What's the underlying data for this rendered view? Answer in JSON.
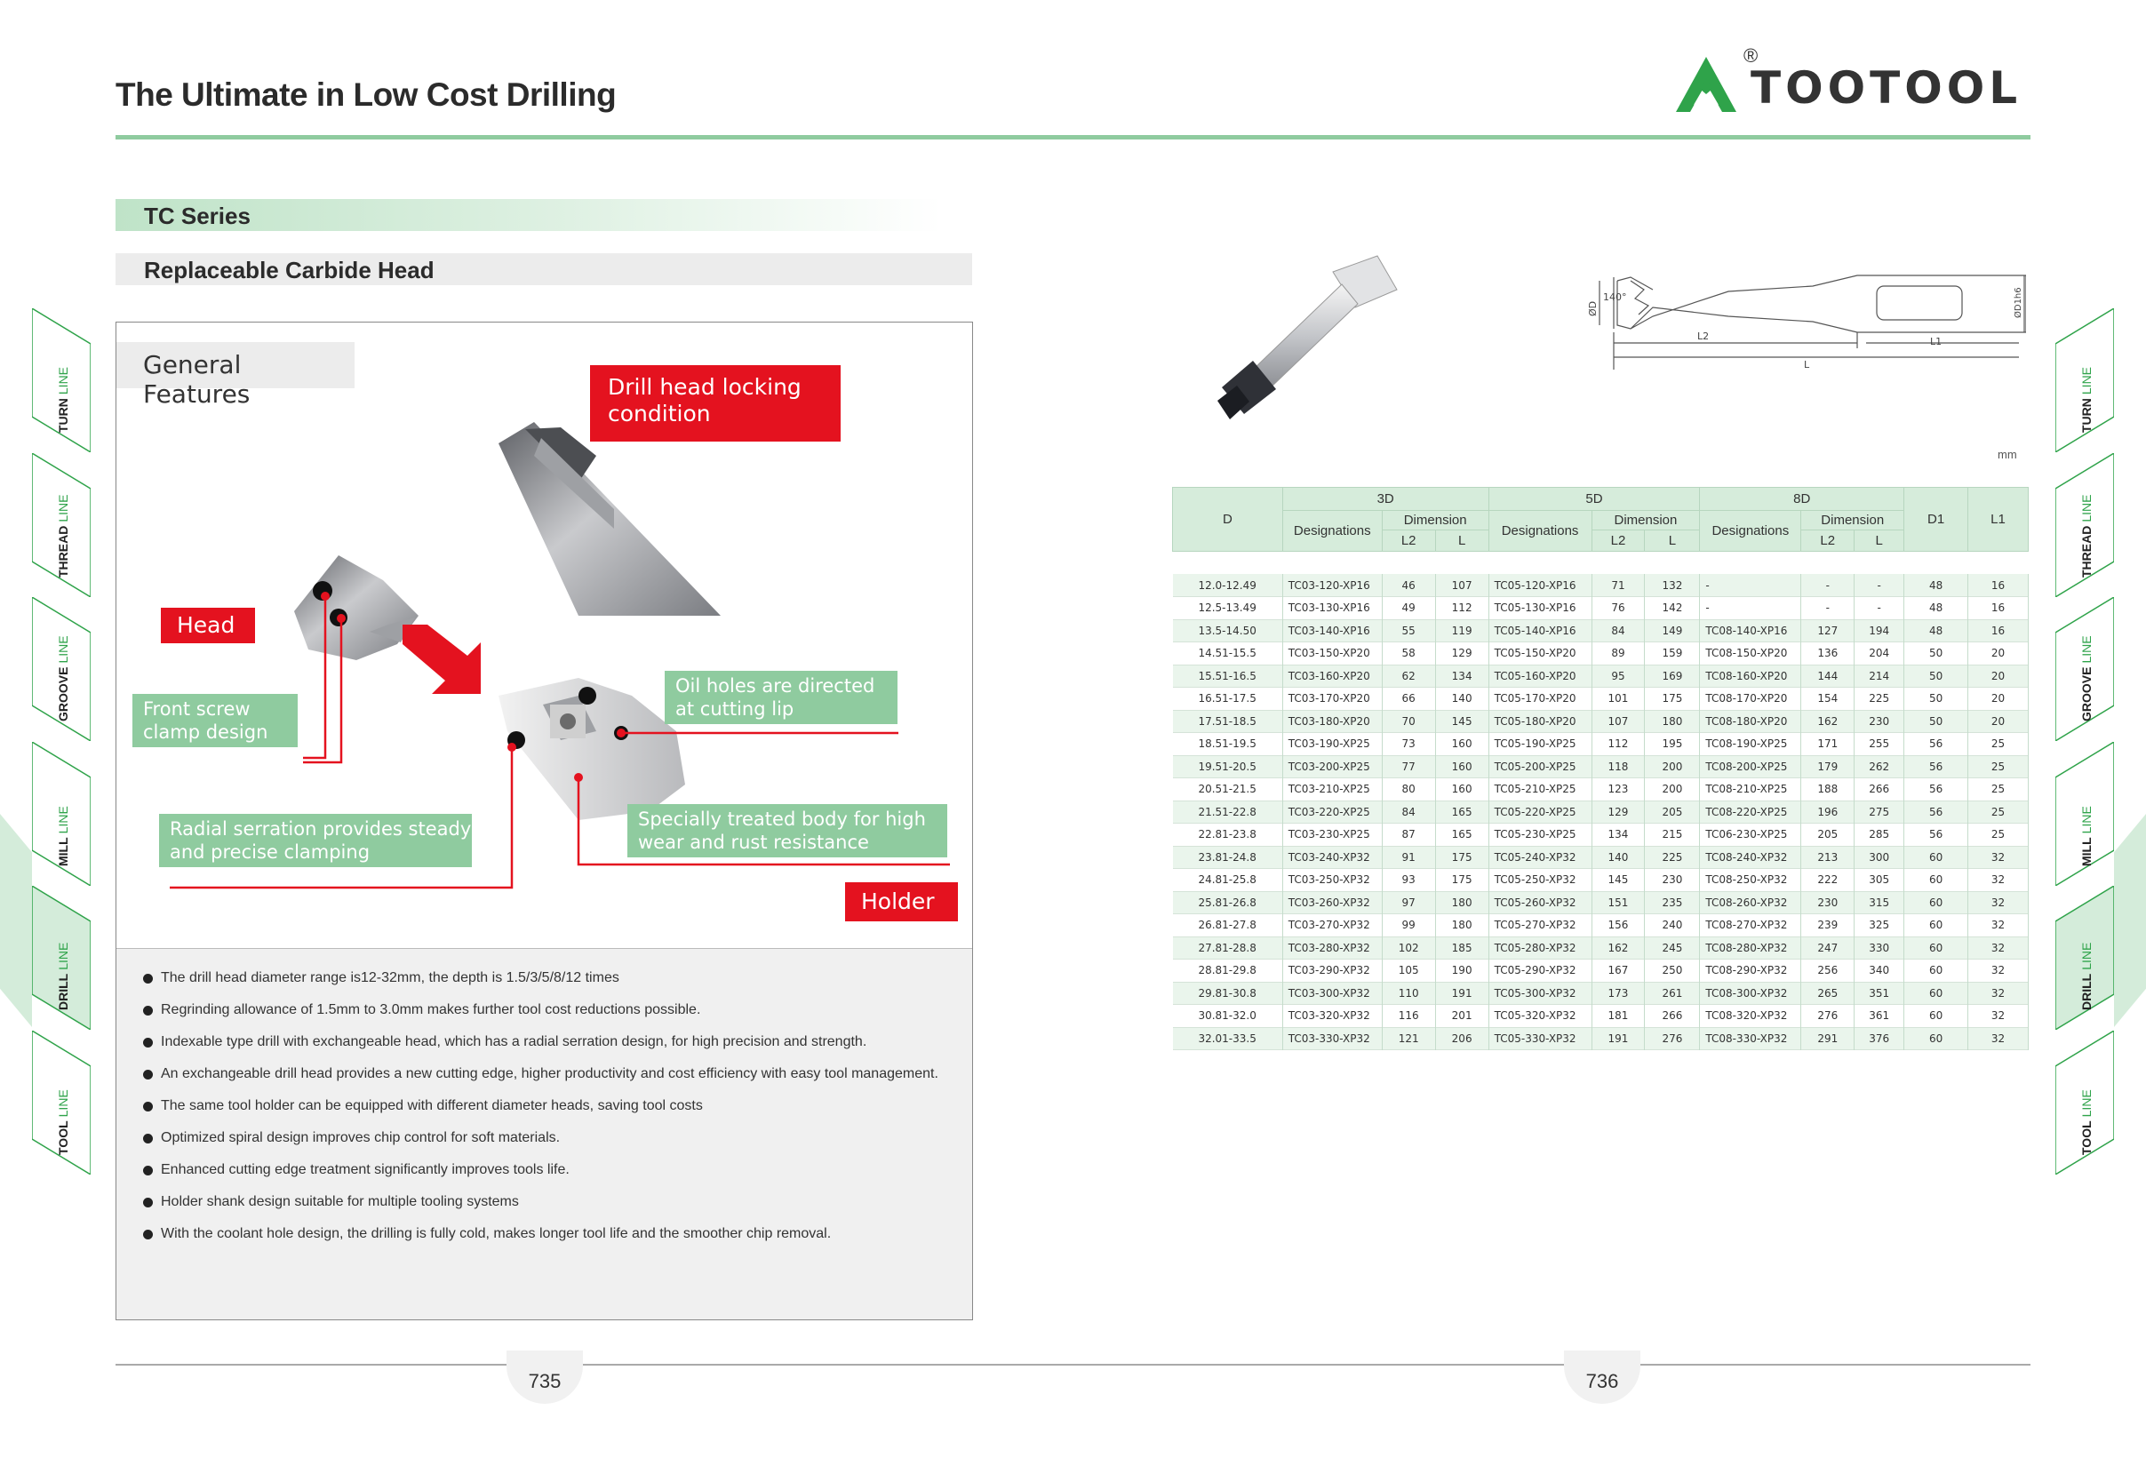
{
  "header": {
    "title": "The Ultimate in Low Cost Drilling",
    "brand": "TOOTOOL",
    "registered": "®"
  },
  "series": "TC Series",
  "subtitle": "Replaceable Carbide Head",
  "features": {
    "title": "General Features",
    "callouts": {
      "locking": [
        "Drill head locking",
        "condition"
      ],
      "head": "Head",
      "holder": "Holder",
      "screw": [
        "Front screw",
        "clamp design"
      ],
      "oil": [
        "Oil holes are directed",
        "at cutting lip"
      ],
      "radial": [
        "Radial serration provides steady",
        "and precise clamping"
      ],
      "body": [
        "Specially treated body for high",
        "wear and rust resistance"
      ]
    },
    "bullets": [
      "The drill head diameter range is12-32mm, the depth is 1.5/3/5/8/12 times",
      "Regrinding allowance of 1.5mm to 3.0mm makes further tool cost reductions possible.",
      "Indexable type drill with exchangeable head, which has a radial serration design, for high precision and strength.",
      "An exchangeable drill head provides a new cutting edge, higher productivity and cost efficiency with easy tool management.",
      "The same tool holder can be equipped with different diameter heads, saving tool costs",
      "Optimized spiral design improves chip control for soft materials.",
      "Enhanced cutting edge treatment significantly improves tools life.",
      "Holder shank design suitable for multiple tooling systems",
      "With the coolant hole design, the drilling is fully cold, makes longer tool life and the smoother chip removal."
    ]
  },
  "drawing": {
    "labels": {
      "d": "ØD",
      "angle": "140°",
      "d1": "ØD1h6",
      "l2": "L2",
      "l": "L",
      "l1": "L1"
    }
  },
  "unit": "mm",
  "table": {
    "headers": {
      "d": "D",
      "g3": "3D",
      "g5": "5D",
      "g8": "8D",
      "designations": "Designations",
      "dimension": "Dimension",
      "l2": "L2",
      "l": "L",
      "d1": "D1",
      "l1": "L1"
    },
    "rows": [
      [
        "12.0-12.49",
        "TC03-120-XP16",
        "46",
        "107",
        "TC05-120-XP16",
        "71",
        "132",
        "-",
        "-",
        "-",
        "48",
        "16"
      ],
      [
        "12.5-13.49",
        "TC03-130-XP16",
        "49",
        "112",
        "TC05-130-XP16",
        "76",
        "142",
        "-",
        "-",
        "-",
        "48",
        "16"
      ],
      [
        "13.5-14.50",
        "TC03-140-XP16",
        "55",
        "119",
        "TC05-140-XP16",
        "84",
        "149",
        "TC08-140-XP16",
        "127",
        "194",
        "48",
        "16"
      ],
      [
        "14.51-15.5",
        "TC03-150-XP20",
        "58",
        "129",
        "TC05-150-XP20",
        "89",
        "159",
        "TC08-150-XP20",
        "136",
        "204",
        "50",
        "20"
      ],
      [
        "15.51-16.5",
        "TC03-160-XP20",
        "62",
        "134",
        "TC05-160-XP20",
        "95",
        "169",
        "TC08-160-XP20",
        "144",
        "214",
        "50",
        "20"
      ],
      [
        "16.51-17.5",
        "TC03-170-XP20",
        "66",
        "140",
        "TC05-170-XP20",
        "101",
        "175",
        "TC08-170-XP20",
        "154",
        "225",
        "50",
        "20"
      ],
      [
        "17.51-18.5",
        "TC03-180-XP20",
        "70",
        "145",
        "TC05-180-XP20",
        "107",
        "180",
        "TC08-180-XP20",
        "162",
        "230",
        "50",
        "20"
      ],
      [
        "18.51-19.5",
        "TC03-190-XP25",
        "73",
        "160",
        "TC05-190-XP25",
        "112",
        "195",
        "TC08-190-XP25",
        "171",
        "255",
        "56",
        "25"
      ],
      [
        "19.51-20.5",
        "TC03-200-XP25",
        "77",
        "160",
        "TC05-200-XP25",
        "118",
        "200",
        "TC08-200-XP25",
        "179",
        "262",
        "56",
        "25"
      ],
      [
        "20.51-21.5",
        "TC03-210-XP25",
        "80",
        "160",
        "TC05-210-XP25",
        "123",
        "200",
        "TC08-210-XP25",
        "188",
        "266",
        "56",
        "25"
      ],
      [
        "21.51-22.8",
        "TC03-220-XP25",
        "84",
        "165",
        "TC05-220-XP25",
        "129",
        "205",
        "TC08-220-XP25",
        "196",
        "275",
        "56",
        "25"
      ],
      [
        "22.81-23.8",
        "TC03-230-XP25",
        "87",
        "165",
        "TC05-230-XP25",
        "134",
        "215",
        "TC06-230-XP25",
        "205",
        "285",
        "56",
        "25"
      ],
      [
        "23.81-24.8",
        "TC03-240-XP32",
        "91",
        "175",
        "TC05-240-XP32",
        "140",
        "225",
        "TC08-240-XP32",
        "213",
        "300",
        "60",
        "32"
      ],
      [
        "24.81-25.8",
        "TC03-250-XP32",
        "93",
        "175",
        "TC05-250-XP32",
        "145",
        "230",
        "TC08-250-XP32",
        "222",
        "305",
        "60",
        "32"
      ],
      [
        "25.81-26.8",
        "TC03-260-XP32",
        "97",
        "180",
        "TC05-260-XP32",
        "151",
        "235",
        "TC08-260-XP32",
        "230",
        "315",
        "60",
        "32"
      ],
      [
        "26.81-27.8",
        "TC03-270-XP32",
        "99",
        "180",
        "TC05-270-XP32",
        "156",
        "240",
        "TC08-270-XP32",
        "239",
        "325",
        "60",
        "32"
      ],
      [
        "27.81-28.8",
        "TC03-280-XP32",
        "102",
        "185",
        "TC05-280-XP32",
        "162",
        "245",
        "TC08-280-XP32",
        "247",
        "330",
        "60",
        "32"
      ],
      [
        "28.81-29.8",
        "TC03-290-XP32",
        "105",
        "190",
        "TC05-290-XP32",
        "167",
        "250",
        "TC08-290-XP32",
        "256",
        "340",
        "60",
        "32"
      ],
      [
        "29.81-30.8",
        "TC03-300-XP32",
        "110",
        "191",
        "TC05-300-XP32",
        "173",
        "261",
        "TC08-300-XP32",
        "265",
        "351",
        "60",
        "32"
      ],
      [
        "30.81-32.0",
        "TC03-320-XP32",
        "116",
        "201",
        "TC05-320-XP32",
        "181",
        "266",
        "TC08-320-XP32",
        "276",
        "361",
        "60",
        "32"
      ],
      [
        "32.01-33.5",
        "TC03-330-XP32",
        "121",
        "206",
        "TC05-330-XP32",
        "191",
        "276",
        "TC08-330-XP32",
        "291",
        "376",
        "60",
        "32"
      ]
    ]
  },
  "pages": {
    "left": "735",
    "right": "736"
  },
  "side_tabs": [
    {
      "bold": "TURN",
      "thin": "LINE",
      "active": false
    },
    {
      "bold": "THREAD",
      "thin": "LINE",
      "active": false
    },
    {
      "bold": "GROOVE",
      "thin": "LINE",
      "active": false
    },
    {
      "bold": "MILL",
      "thin": "LINE",
      "active": false
    },
    {
      "bold": "DRILL",
      "thin": "LINE",
      "active": true
    },
    {
      "bold": "TOOL",
      "thin": "LINE",
      "active": false
    }
  ],
  "colors": {
    "brand_green": "#2fa34a",
    "accent_green": "#8fcb9f",
    "red": "#e4121f"
  }
}
